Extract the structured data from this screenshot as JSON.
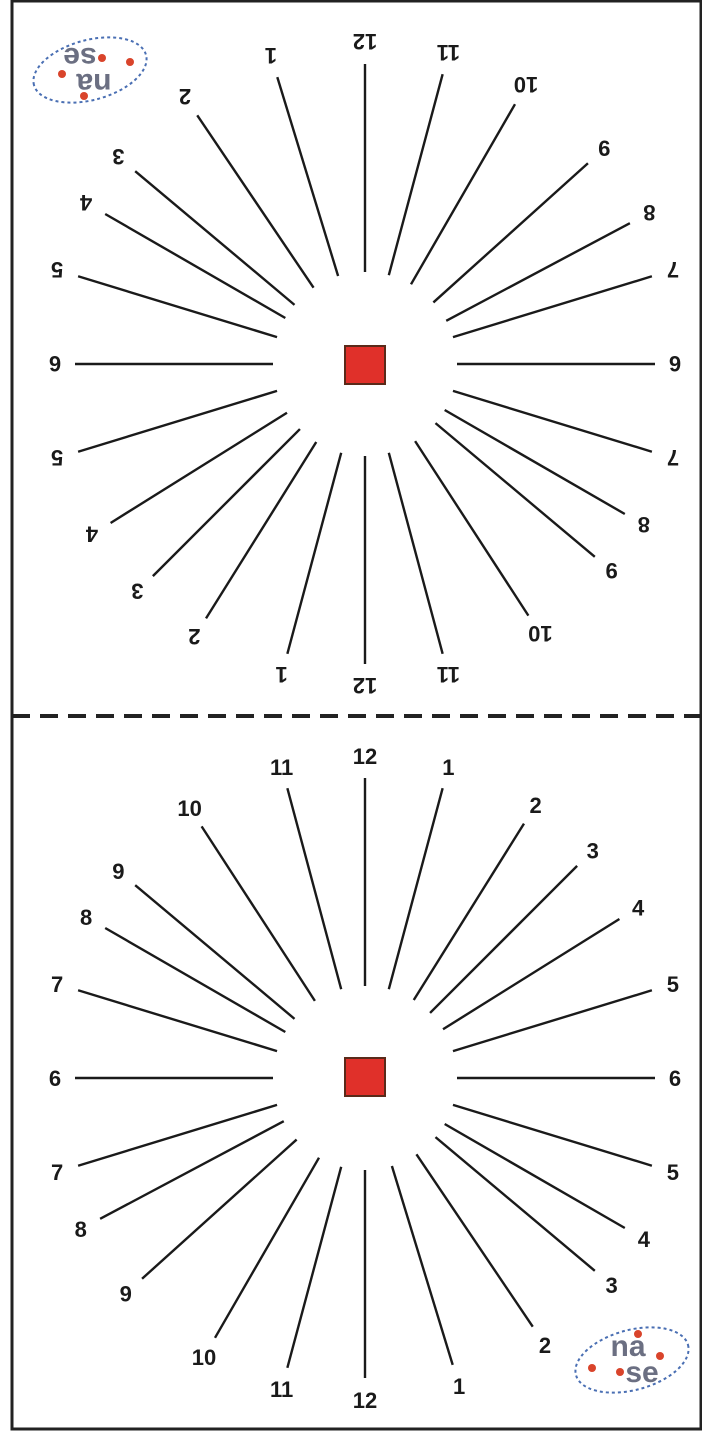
{
  "panels": [
    {
      "id": "top",
      "orientation": "upside-down",
      "center_marker_color": "#e0302a",
      "left_labels": [
        "6",
        "7",
        "8",
        "9",
        "10",
        "11",
        "12",
        "1",
        "2",
        "3",
        "4",
        "5"
      ],
      "right_labels": [
        "6",
        "5",
        "4",
        "3",
        "2",
        "1",
        "12",
        "11",
        "10",
        "9",
        "8",
        "7"
      ],
      "left_side_labels": [
        "12",
        "11",
        "10",
        "9",
        "8",
        "7",
        "6",
        "7",
        "8",
        "9",
        "10",
        "11",
        "12"
      ],
      "right_side_labels": [
        "1",
        "2",
        "3",
        "4",
        "5",
        "6",
        "5",
        "4",
        "3",
        "2",
        "1"
      ]
    },
    {
      "id": "bottom",
      "orientation": "upright",
      "center_marker_color": "#e0302a",
      "left_side_labels": [
        "12",
        "11",
        "10",
        "9",
        "8",
        "7",
        "6",
        "7",
        "8",
        "9",
        "10",
        "11",
        "12"
      ],
      "right_side_labels": [
        "1",
        "2",
        "3",
        "4",
        "5",
        "6",
        "5",
        "4",
        "3",
        "2",
        "1"
      ]
    }
  ],
  "logo": {
    "text_line1": "na",
    "text_line2": "se",
    "ring_color": "#4a6fb3",
    "dot_color": "#d9442b"
  },
  "colors": {
    "border": "#222222",
    "ray": "#1a1a1a",
    "marker": "#e0302a",
    "marker_outline": "#5a2a1a"
  }
}
